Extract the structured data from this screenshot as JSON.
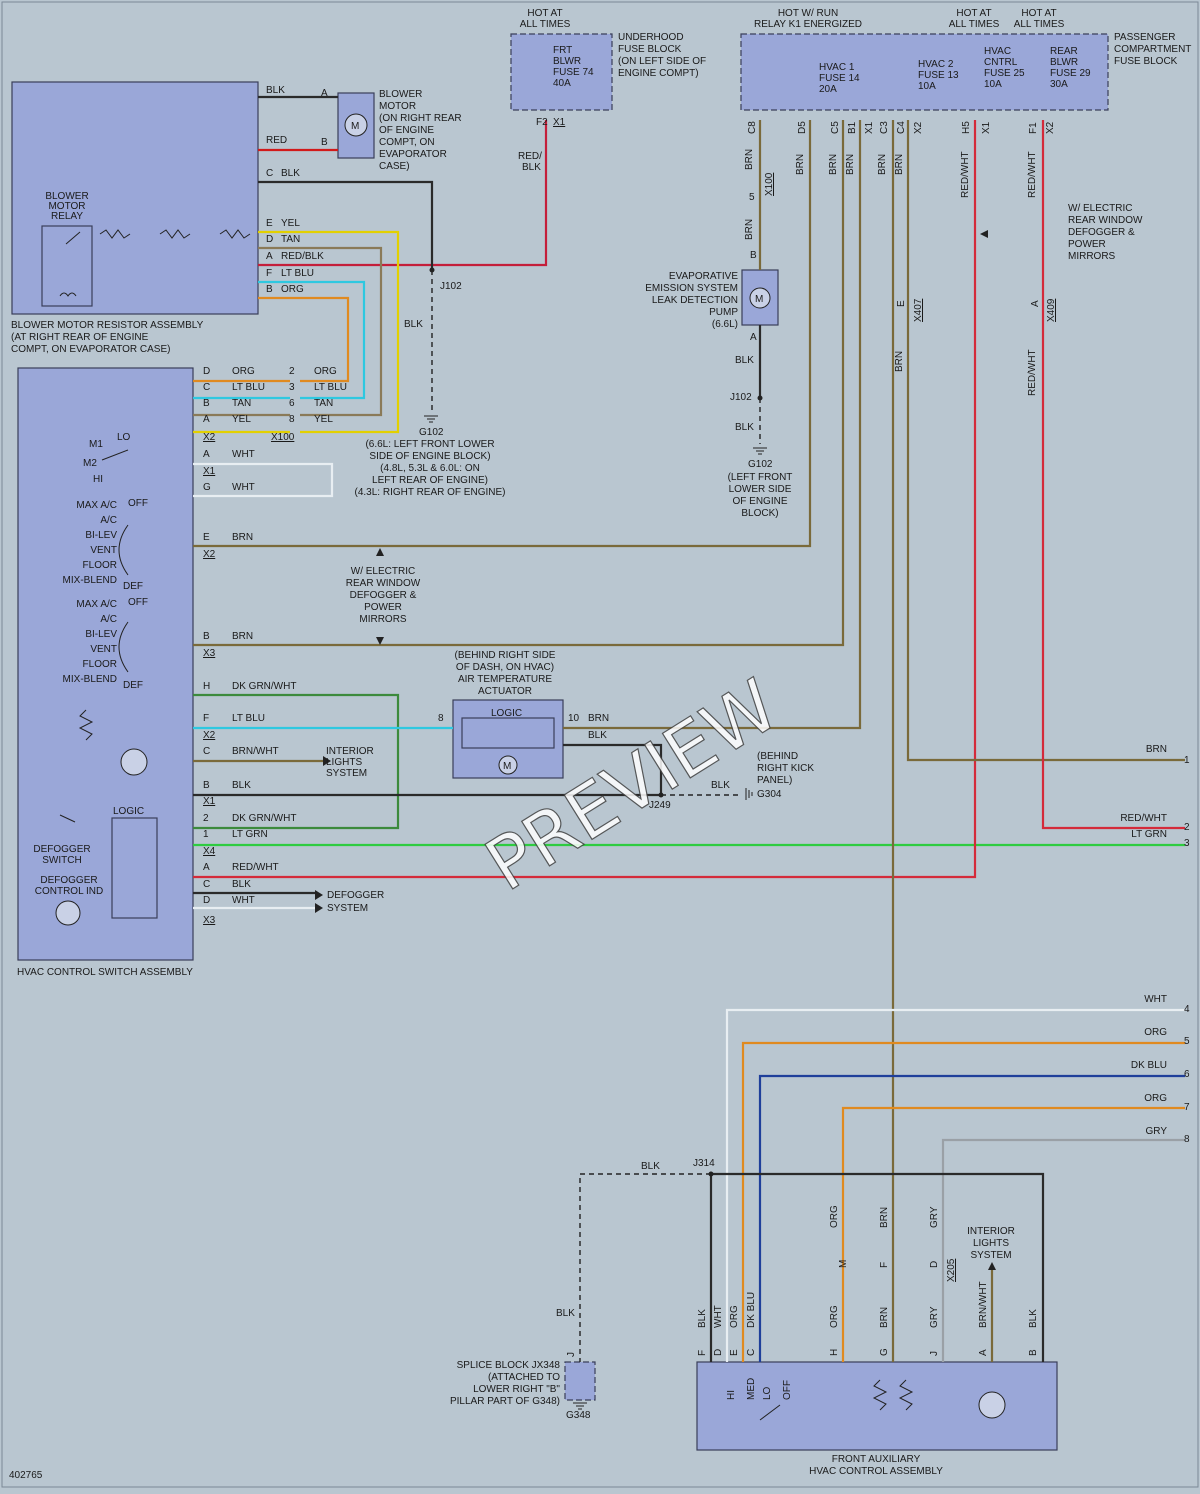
{
  "diagram_id": "402765",
  "watermark": "PREVIEW",
  "colors": {
    "BLK": "#2a2a2a",
    "RED": "#d21a1a",
    "YEL": "#e2d000",
    "TAN": "#8a7a58",
    "RED_BLK": "#c41e3a",
    "LT_BLU": "#2ec8e0",
    "ORG": "#e08a20",
    "BRN": "#7a6a3a",
    "WHT": "#e8eef2",
    "DK_GRN_WHT": "#3c8a3c",
    "LT_GRN": "#2ecc40",
    "RED_WHT": "#d42a3a",
    "GRY": "#9aa0a6",
    "DK_BLU": "#1f3f9a",
    "BRN_WHT": "#7a6a3a"
  },
  "fuse_blocks": {
    "underhood": {
      "hot": [
        "HOT AT",
        "ALL TIMES"
      ],
      "fuse": [
        "FRT",
        "BLWR",
        "FUSE 74",
        "40A"
      ],
      "label": [
        "UNDERHOOD",
        "FUSE BLOCK",
        "(ON LEFT SIDE OF",
        "ENGINE COMPT)"
      ],
      "pins": [
        "F2",
        "X1"
      ]
    },
    "passenger": {
      "label": [
        "PASSENGER",
        "COMPARTMENT",
        "FUSE BLOCK"
      ],
      "hot_run": [
        "HOT W/ RUN",
        "RELAY K1 ENERGIZED"
      ],
      "hot_a": [
        "HOT AT",
        "ALL TIMES"
      ],
      "hot_b": [
        "HOT AT",
        "ALL TIMES"
      ],
      "fuses": [
        [
          "HVAC 1",
          "FUSE 14",
          "20A"
        ],
        [
          "HVAC 2",
          "FUSE 13",
          "10A"
        ],
        [
          "HVAC",
          "CNTRL",
          "FUSE 25",
          "10A"
        ],
        [
          "REAR",
          "BLWR",
          "FUSE 29",
          "30A"
        ]
      ],
      "pins": [
        "C8",
        "D5",
        "C5",
        "B1",
        "X1",
        "C3",
        "C4",
        "X2",
        "H5",
        "X1",
        "F1",
        "X2"
      ]
    }
  },
  "blower_motor": {
    "label": [
      "BLOWER",
      "MOTOR",
      "(ON RIGHT REAR",
      "OF ENGINE",
      "COMPT, ON",
      "EVAPORATOR",
      "CASE)"
    ],
    "pin_a": "A",
    "pin_b": "B",
    "motor_symbol": "M",
    "wire_a": "BLK",
    "wire_b": "RED"
  },
  "resistor_assembly": {
    "label": [
      "BLOWER MOTOR RESISTOR ASSEMBLY",
      "(AT RIGHT REAR OF ENGINE",
      "COMPT, ON EVAPORATOR CASE)"
    ],
    "relay": [
      "BLOWER",
      "MOTOR",
      "RELAY"
    ],
    "pins": [
      {
        "pin": "C",
        "wire": "BLK"
      },
      {
        "pin": "E",
        "wire": "YEL"
      },
      {
        "pin": "D",
        "wire": "TAN"
      },
      {
        "pin": "A",
        "wire": "RED/BLK"
      },
      {
        "pin": "F",
        "wire": "LT BLU"
      },
      {
        "pin": "B",
        "wire": "ORG"
      }
    ]
  },
  "red_blk": "RED/\nBLK",
  "ground_g102": {
    "splice": "J102",
    "wire": "BLK",
    "name": "G102",
    "note": [
      "(6.6L: LEFT FRONT LOWER",
      "SIDE OF ENGINE BLOCK)",
      "(4.8L, 5.3L & 6.0L: ON",
      "LEFT REAR OF ENGINE)",
      "(4.3L: RIGHT REAR OF ENGINE)"
    ]
  },
  "evap_pump": {
    "label": [
      "EVAPORATIVE",
      "EMISSION SYSTEM",
      "LEAK DETECTION",
      "PUMP",
      "(6.6L)"
    ],
    "pin5": "5",
    "conn": "X100",
    "pin_b": "B",
    "pin_a": "A",
    "wire": "BRN",
    "gnd_wire": "BLK",
    "splice": "J102",
    "gnd_wire2": "BLK",
    "gnd_name": "G102",
    "gnd_note": [
      "(LEFT FRONT",
      "LOWER SIDE",
      "OF ENGINE",
      "BLOCK)"
    ]
  },
  "vertical_wires": {
    "brn": "BRN",
    "red_wht": "RED/WHT",
    "x407": "X407",
    "x409": "X409",
    "pin_e": "E",
    "pin_a": "A"
  },
  "w_electric_note": [
    "W/ ELECTRIC",
    "REAR WINDOW",
    "DEFOGGER &",
    "POWER",
    "MIRRORS"
  ],
  "hvac_switch": {
    "label": "HVAC CONTROL SWITCH ASSEMBLY",
    "blower_pins": [
      {
        "pin": "D",
        "wire": "ORG",
        "num": "2",
        "wire2": "ORG"
      },
      {
        "pin": "C",
        "wire": "LT BLU",
        "num": "3",
        "wire2": "LT BLU"
      },
      {
        "pin": "B",
        "wire": "TAN",
        "num": "6",
        "wire2": "TAN"
      },
      {
        "pin": "A",
        "wire": "YEL",
        "num": "8",
        "wire2": "YEL"
      }
    ],
    "x2": "X2",
    "x100": "X100",
    "x1": "X1",
    "x3": "X3",
    "x4": "X4",
    "speeds": {
      "m1": "M1",
      "m2": "M2",
      "lo": "LO",
      "hi": "HI"
    },
    "row_a_wht": {
      "pin": "A",
      "wire": "WHT"
    },
    "row_g_wht": {
      "pin": "G",
      "wire": "WHT"
    },
    "mode_a": [
      "MAX A/C",
      "A/C",
      "BI-LEV",
      "VENT",
      "FLOOR",
      "MIX-BLEND"
    ],
    "off": "OFF",
    "def": "DEF",
    "row_e_brn": {
      "pin": "E",
      "wire": "BRN"
    },
    "row_b_brn": {
      "pin": "B",
      "wire": "BRN"
    },
    "row_h": {
      "pin": "H",
      "wire": "DK GRN/WHT"
    },
    "row_f": {
      "pin": "F",
      "wire": "LT BLU"
    },
    "row_c": {
      "pin": "C",
      "wire": "BRN/WHT"
    },
    "interior": [
      "INTERIOR",
      "LIGHTS",
      "SYSTEM"
    ],
    "row_b_blk": {
      "pin": "B",
      "wire": "BLK"
    },
    "row_2": {
      "pin": "2",
      "wire": "DK GRN/WHT"
    },
    "row_1": {
      "pin": "1",
      "wire": "LT GRN"
    },
    "logic": "LOGIC",
    "defogger_switch": [
      "DEFOGGER",
      "SWITCH"
    ],
    "defogger_ind": [
      "DEFOGGER",
      "CONTROL IND"
    ],
    "row_a_redwht": {
      "pin": "A",
      "wire": "RED/WHT"
    },
    "row_c_blk": {
      "pin": "C",
      "wire": "BLK"
    },
    "row_d_wht": {
      "pin": "D",
      "wire": "WHT"
    },
    "defogger_sys": [
      "DEFOGGER",
      "SYSTEM"
    ]
  },
  "actuator": {
    "label": [
      "(BEHIND RIGHT SIDE",
      "OF DASH, ON HVAC)",
      "AIR TEMPERATURE",
      "ACTUATOR"
    ],
    "logic": "LOGIC",
    "pin8": "8",
    "pin10": "10",
    "brn": "BRN",
    "blk": "BLK",
    "m": "M"
  },
  "g304": {
    "splice": "J249",
    "wire": "BLK",
    "name": "G304",
    "note": [
      "(BEHIND",
      "RIGHT KICK",
      "PANEL)"
    ]
  },
  "right_outputs": [
    {
      "n": "1",
      "wire": "BRN"
    },
    {
      "n": "2",
      "wire": "RED/WHT"
    },
    {
      "n": "3",
      "wire": "LT GRN"
    },
    {
      "n": "4",
      "wire": "WHT"
    },
    {
      "n": "5",
      "wire": "ORG"
    },
    {
      "n": "6",
      "wire": "DK BLU"
    },
    {
      "n": "7",
      "wire": "ORG"
    },
    {
      "n": "8",
      "wire": "GRY"
    }
  ],
  "aux": {
    "label": [
      "FRONT AUXILIARY",
      "HVAC CONTROL ASSEMBLY"
    ],
    "j314": "J314",
    "blk": "BLK",
    "blk2": "BLK",
    "splice": [
      "SPLICE BLOCK JX348",
      "(ATTACHED TO",
      "LOWER RIGHT \"B\"",
      "PILLAR PART OF G348)"
    ],
    "g348": "G348",
    "pin_j": "J",
    "x205": "X205",
    "org": "ORG",
    "brn": "BRN",
    "gry": "GRY",
    "pin_m": "M",
    "pin_f": "F",
    "pin_d": "D",
    "interior": [
      "INTERIOR",
      "LIGHTS",
      "SYSTEM"
    ],
    "bottom_wires": [
      "BLK",
      "WHT",
      "ORG",
      "DK BLU",
      "ORG",
      "BRN",
      "GRY",
      "BRN/WHT",
      "BLK"
    ],
    "bottom_pins": [
      "F",
      "D",
      "E",
      "C",
      "H",
      "G",
      "J",
      "A",
      "B"
    ],
    "speeds": [
      "HI",
      "MED",
      "LO",
      "OFF"
    ]
  }
}
